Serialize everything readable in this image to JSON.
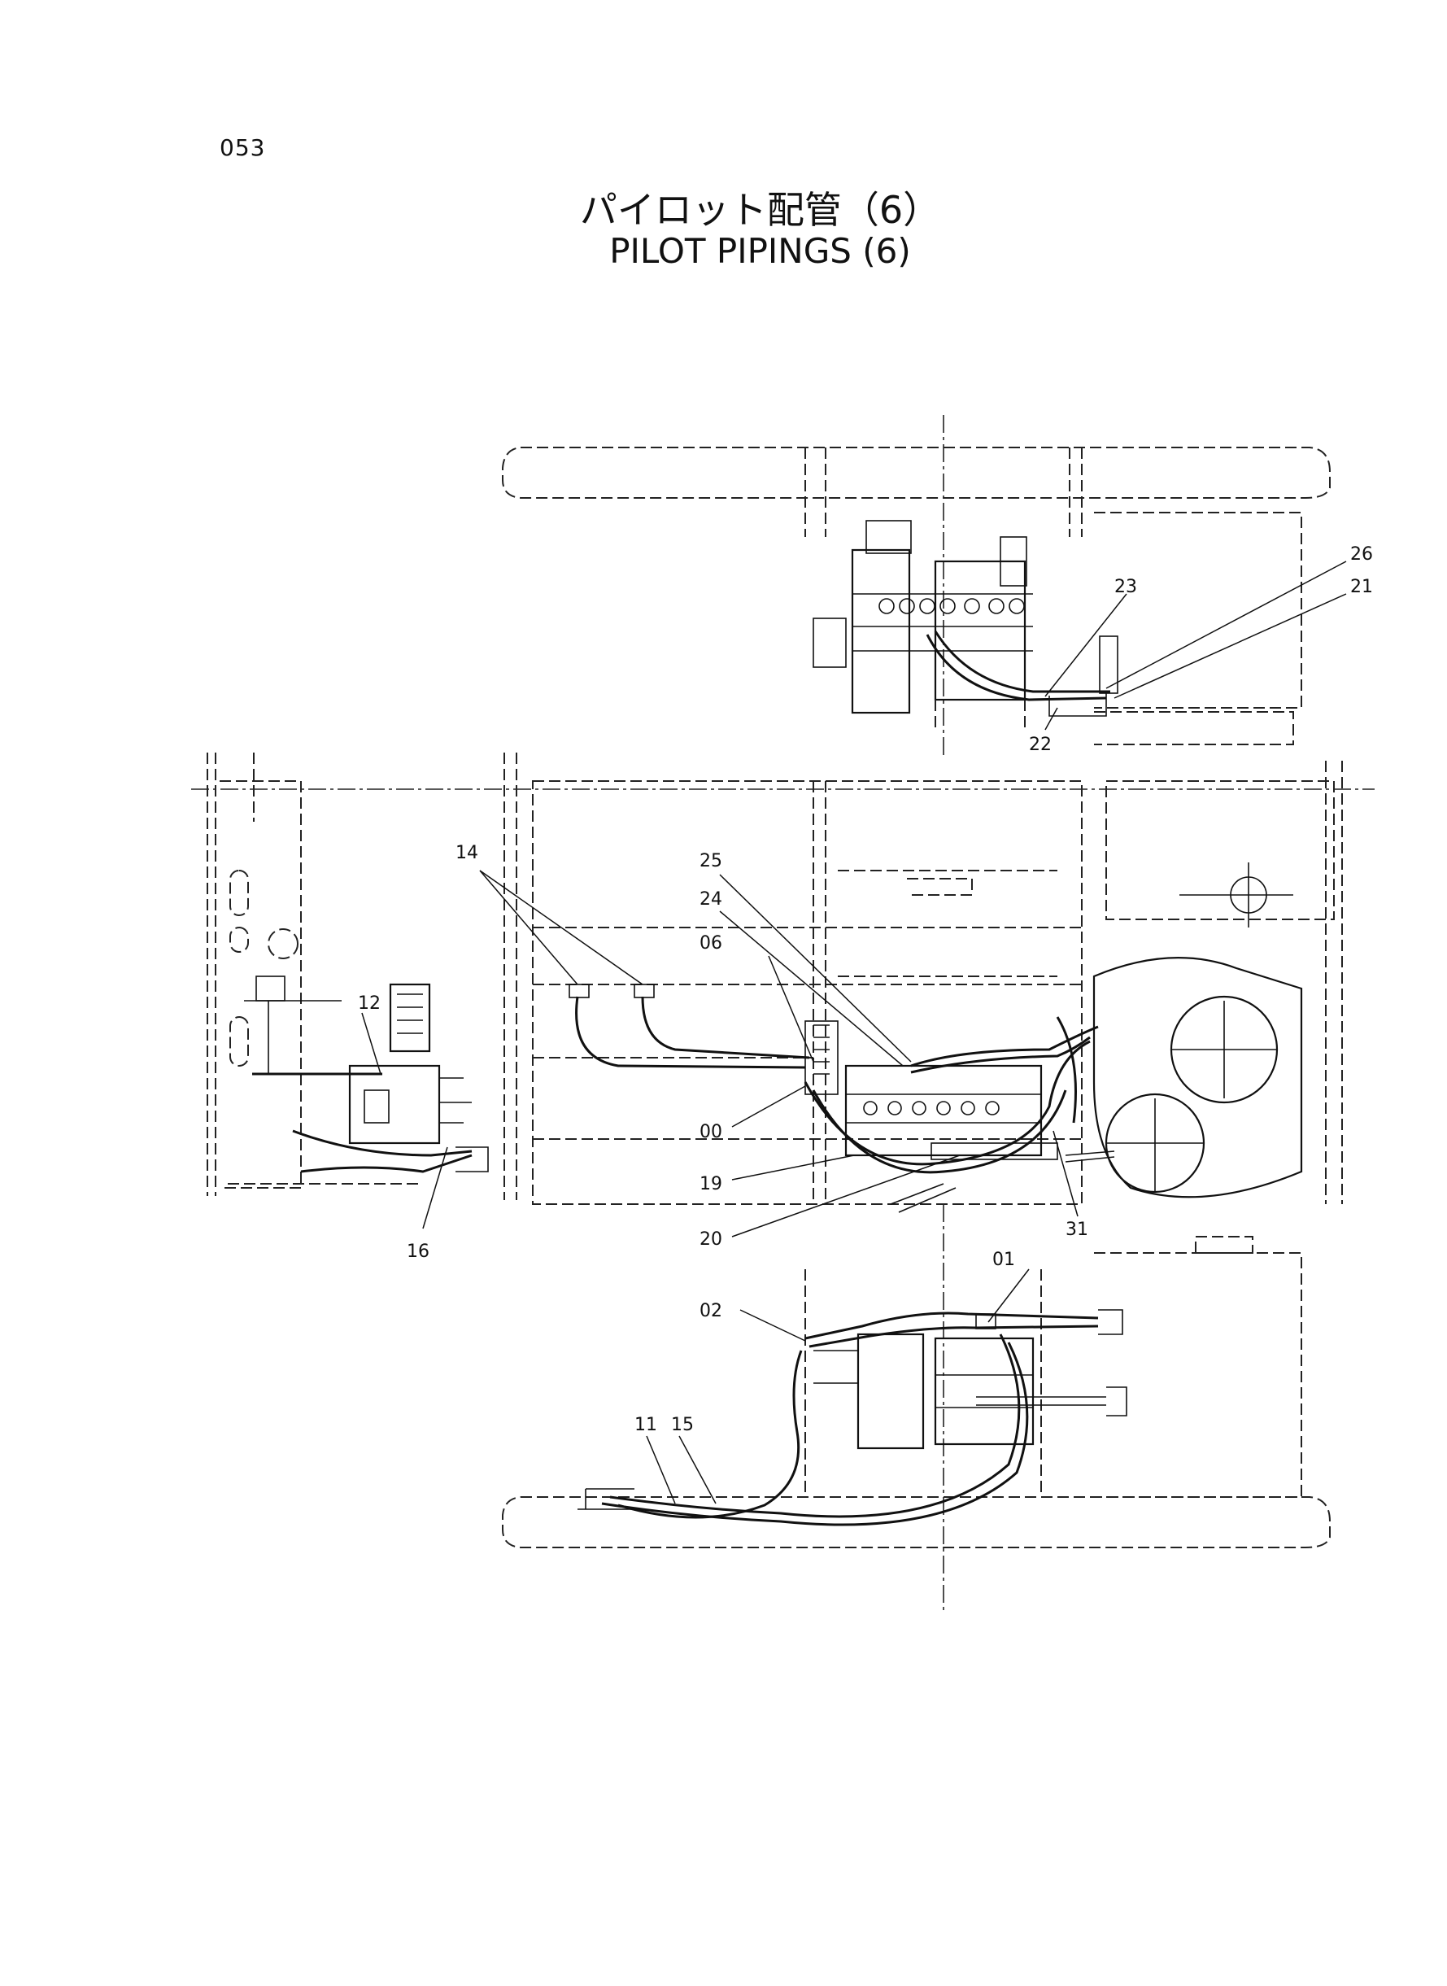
{
  "page_number": "053",
  "title_jp": "パイロット配管（6）",
  "title_en": "PILOT PIPINGS (6)",
  "callouts": {
    "c26": "26",
    "c21": "21",
    "c23": "23",
    "c22": "22",
    "c14": "14",
    "c12": "12",
    "c16": "16",
    "c25": "25",
    "c24": "24",
    "c06": "06",
    "c00": "00",
    "c19": "19",
    "c20": "20",
    "c31": "31",
    "c01": "01",
    "c02": "02",
    "c11": "11",
    "c15": "15"
  }
}
